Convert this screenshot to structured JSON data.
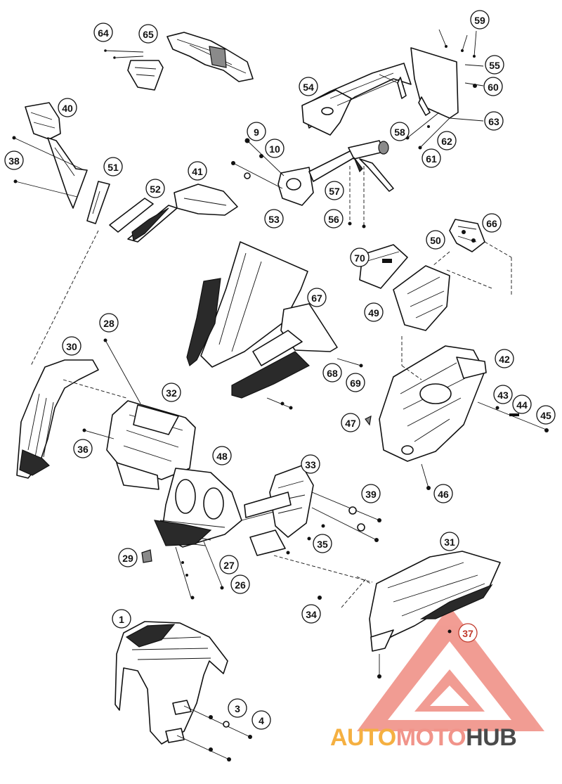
{
  "diagram": {
    "callouts": [
      "64",
      "65",
      "59",
      "55",
      "54",
      "60",
      "63",
      "62",
      "61",
      "40",
      "9",
      "10",
      "58",
      "38",
      "51",
      "41",
      "52",
      "53",
      "57",
      "56",
      "66",
      "50",
      "70",
      "67",
      "49",
      "28",
      "42",
      "30",
      "68",
      "69",
      "43",
      "44",
      "45",
      "32",
      "47",
      "36",
      "48",
      "33",
      "46",
      "39",
      "35",
      "29",
      "27",
      "26",
      "31",
      "34",
      "37",
      "1",
      "3",
      "4"
    ],
    "highlighted_callouts": [
      "37",
      "35"
    ]
  },
  "watermark": {
    "part1": "AUTO",
    "part2": "MOTO",
    "part3": "HUB",
    "colors": {
      "auto": "#f5b041",
      "moto": "#f1948a",
      "hub": "#4a4a4a",
      "triangle": "#e74c3c"
    }
  }
}
